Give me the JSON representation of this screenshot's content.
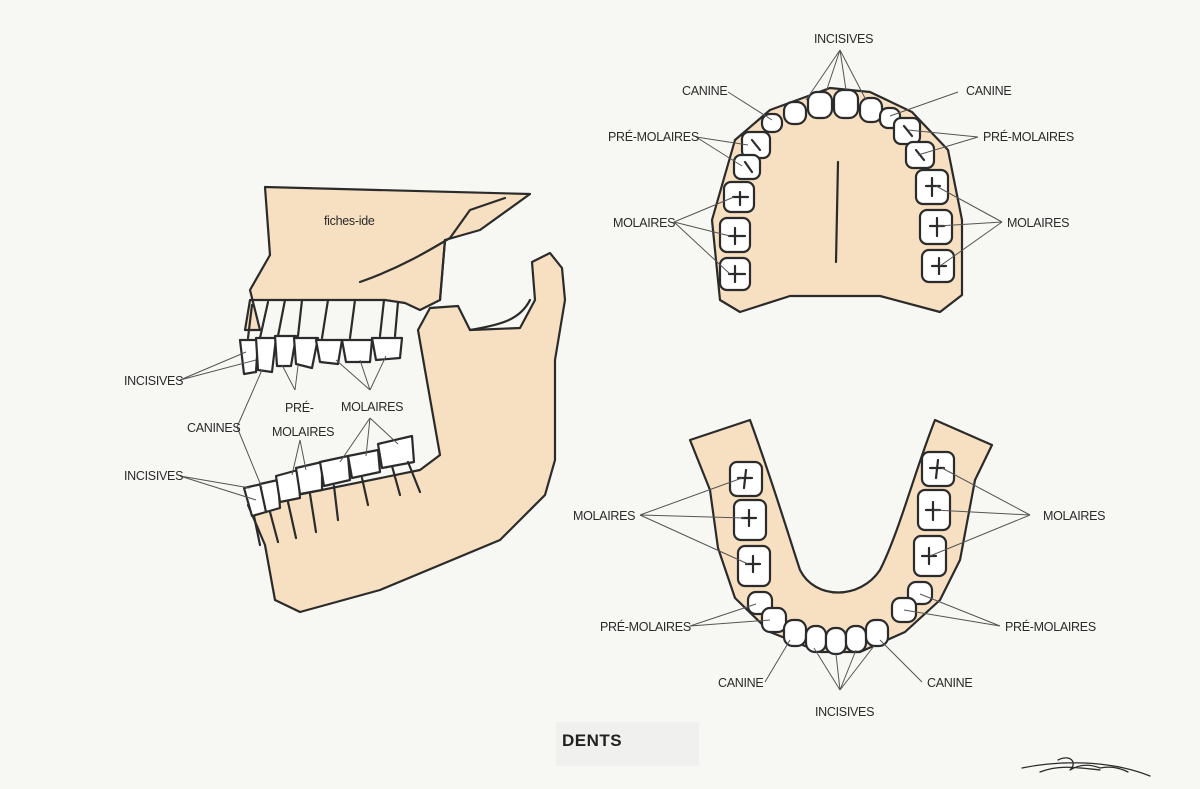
{
  "title": "DENTS",
  "watermark": "fiches-ide",
  "signature": "Louna",
  "colors": {
    "background": "#f7f7f3",
    "bone": "#f7dfc1",
    "tooth": "#ffffff",
    "ink": "#2b2b2b"
  },
  "side_view": {
    "incisives_top": "INCISIVES",
    "canines": "CANINES",
    "pre": "PRÉ-",
    "molaires_part": "MOLAIRES",
    "molaires": "MOLAIRES",
    "incisives_bottom": "INCISIVES"
  },
  "upper_arch": {
    "incisives": "INCISIVES",
    "canine_left": "CANINE",
    "canine_right": "CANINE",
    "premolaires_left": "PRÉ-MOLAIRES",
    "premolaires_right": "PRÉ-MOLAIRES",
    "molaires_left": "MOLAIRES",
    "molaires_right": "MOLAIRES"
  },
  "lower_arch": {
    "molaires_left": "MOLAIRES",
    "molaires_right": "MOLAIRES",
    "premolaires_left": "PRÉ-MOLAIRES",
    "premolaires_right": "PRÉ-MOLAIRES",
    "canine_left": "CANINE",
    "canine_right": "CANINE",
    "incisives": "INCISIVES"
  }
}
